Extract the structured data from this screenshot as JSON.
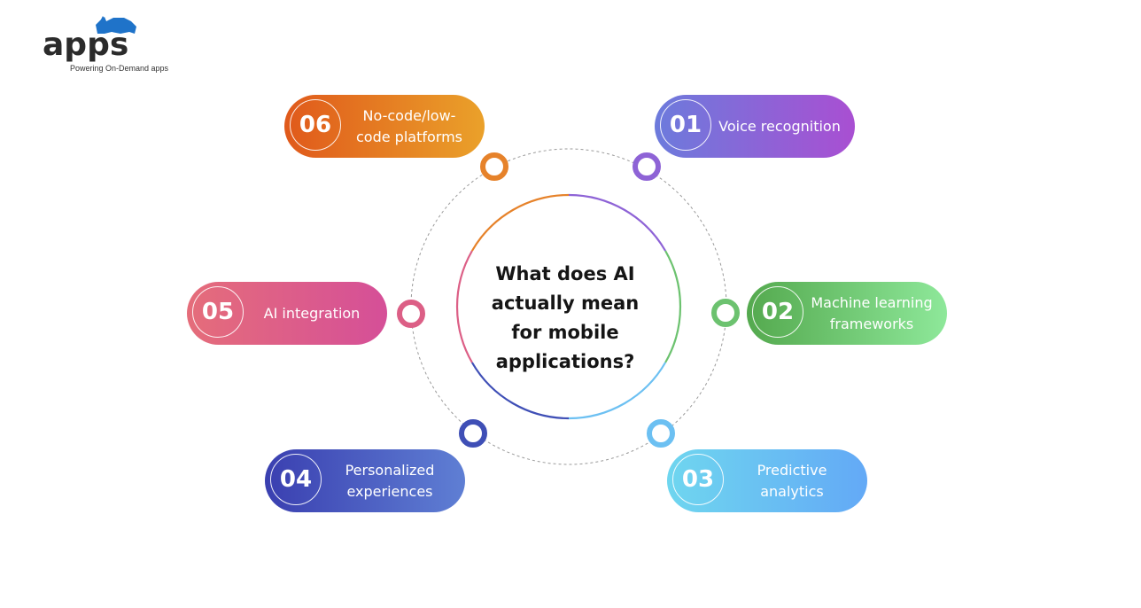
{
  "logo": {
    "word": "apps",
    "tagline": "Powering On-Demand apps"
  },
  "center": {
    "lines": [
      "What does AI",
      "actually mean",
      "for mobile",
      "applications?"
    ]
  },
  "items": [
    {
      "num": "01",
      "label": "Voice recognition",
      "color": "#8e63d6"
    },
    {
      "num": "02",
      "label": "Machine learning frameworks",
      "color": "#6cc26f"
    },
    {
      "num": "03",
      "label": "Predictive analytics",
      "color": "#6cc0f2"
    },
    {
      "num": "04",
      "label": "Personalized experiences",
      "color": "#3f4fb6"
    },
    {
      "num": "05",
      "label": "AI integration",
      "color": "#dc5f86"
    },
    {
      "num": "06",
      "label": "No-code/low-code platforms",
      "color": "#e6822a"
    }
  ],
  "colors": {
    "logo_blue": "#1f73c9",
    "text_dark": "#151515",
    "dashed_circle": "#9a9a9a"
  }
}
